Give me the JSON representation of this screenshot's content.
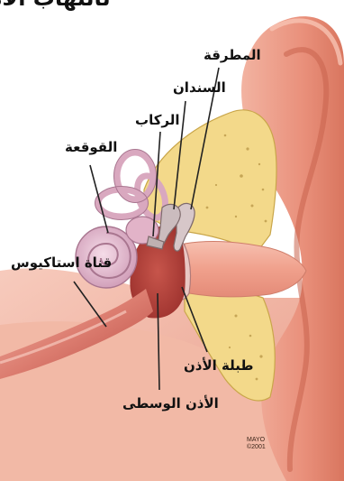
{
  "title_partial": "تالتهاب الأذ",
  "labels": {
    "hammer": "المطرقة",
    "anvil": "السندان",
    "stirrup": "الركاب",
    "cochlea": "القوقعة",
    "eustachian_tube": "قناة استاكيوس",
    "eardrum": "طبلة الأذن",
    "middle_ear": "الأذن الوسطى"
  },
  "credit": {
    "line1": "MAYO",
    "line2": "©2001"
  },
  "colors": {
    "outer_ear": "#e99783",
    "ear_canal": "#f0a08c",
    "bone": "#f3d98a",
    "inner_ear": "#e7bfd2",
    "middle_ear_red": "#b8433c",
    "eustachian_tube": "#dd7f74",
    "leader_line": "#222222"
  }
}
